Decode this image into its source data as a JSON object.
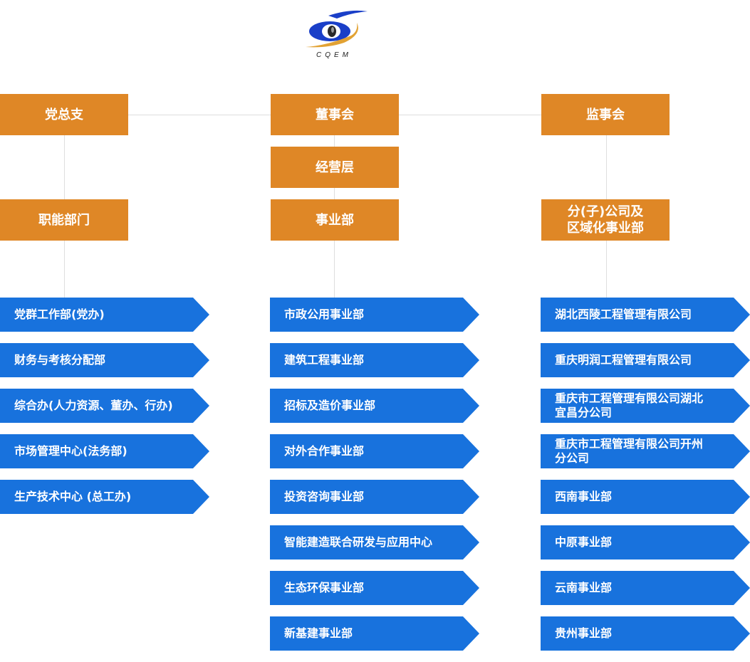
{
  "logo": {
    "text": "CQEM",
    "colors": {
      "blue": "#1a3fc8",
      "orange": "#e2a233"
    }
  },
  "top_row": {
    "left": "党总支",
    "center": "董事会",
    "right": "监事会"
  },
  "management": "经营层",
  "second_row": {
    "left": "职能部门",
    "center": "事业部",
    "right": "分(子)公司及\n区域化事业部"
  },
  "functional_departments": [
    "党群工作部(党办)",
    "财务与考核分配部",
    "综合办(人力资源、董办、行办)",
    "市场管理中心(法务部)",
    "生产技术中心 (总工办)"
  ],
  "business_units": [
    "市政公用事业部",
    "建筑工程事业部",
    "招标及造价事业部",
    "对外合作事业部",
    "投资咨询事业部",
    "智能建造联合研发与应用中心",
    "生态环保事业部",
    "新基建事业部"
  ],
  "subsidiaries": [
    "湖北西陵工程管理有限公司",
    "重庆明润工程管理有限公司",
    "重庆市工程管理有限公司湖北\n宜昌分公司",
    "重庆市工程管理有限公司开州\n分公司",
    "西南事业部",
    "中原事业部",
    "云南事业部",
    "贵州事业部"
  ],
  "colors": {
    "orange_box": "#df8726",
    "blue_arrow": "#1872dd",
    "connector": "#dedede"
  }
}
